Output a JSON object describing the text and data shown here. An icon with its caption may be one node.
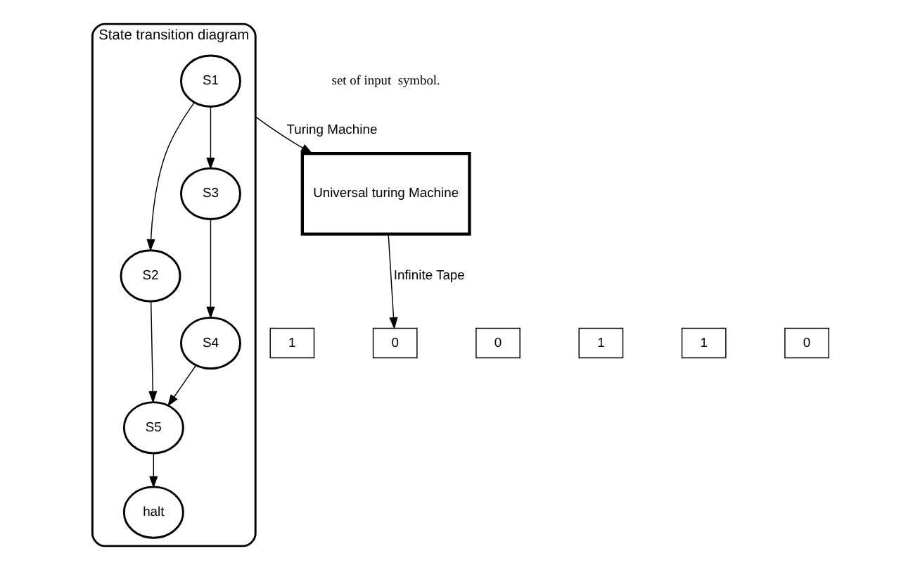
{
  "diagram": {
    "nodes": [
      {
        "text": [
          "Universal turing Machine"
        ]
      },
      {
        "text": [
          "State transition diagram"
        ]
      },
      {
        "text": [
          "S1"
        ],
        "in": 1
      },
      {
        "text": [
          "S2"
        ],
        "in": 1
      },
      {
        "text": [
          "S3"
        ],
        "in": 1
      },
      {
        "text": [
          "S4"
        ],
        "in": 1
      },
      {
        "text": [
          "S5"
        ],
        "in": 1
      },
      {
        "text": [
          "halt"
        ],
        "in": 1
      },
      {
        "text": [
          "1"
        ]
      },
      {
        "text": [
          "0"
        ]
      },
      {
        "text": [
          "0"
        ]
      },
      {
        "text": [
          "1"
        ]
      },
      {
        "text": [
          "1"
        ]
      },
      {
        "text": [
          "0"
        ]
      }
    ],
    "edges": [
      {
        "from": 2,
        "to": 3,
        "arrow": "to"
      },
      {
        "from": 2,
        "to": 4,
        "arrow": "to"
      },
      {
        "from": 3,
        "to": 6,
        "arrow": "to"
      },
      {
        "from": 4,
        "to": 5,
        "arrow": "to"
      },
      {
        "from": 5,
        "to": 6,
        "arrow": "to"
      },
      {
        "from": 6,
        "to": 7,
        "arrow": "to"
      },
      {
        "from": 1,
        "to": 0,
        "arrow": "to",
        "label": "Turing Machine"
      },
      {
        "from": 0,
        "to": 9,
        "arrow": "to",
        "label": "Infinite Tape"
      }
    ],
    "labels": [
      "set of input  symbol."
    ]
  }
}
